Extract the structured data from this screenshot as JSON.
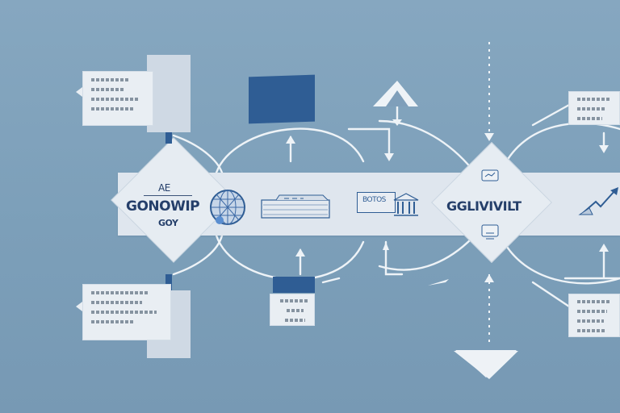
{
  "diagram": {
    "center_left_title": "GONOWIP",
    "center_left_subtitle": "GOY",
    "center_left_caption": "AE",
    "center_right_title": "GGLIVIVILT",
    "building_label": "BOTOS",
    "colors": {
      "background": "#80a2bc",
      "band": "#dfe6ee",
      "accent_blue": "#2f5d94",
      "line": "#eef2f6",
      "text": "#253f6a"
    },
    "icons": [
      "globe-icon",
      "document-stack-icon",
      "building-icon",
      "monitor-icon",
      "chart-icon",
      "arrow-up-icon",
      "arrow-down-icon",
      "triangle-up-icon",
      "triangle-down-icon"
    ]
  }
}
